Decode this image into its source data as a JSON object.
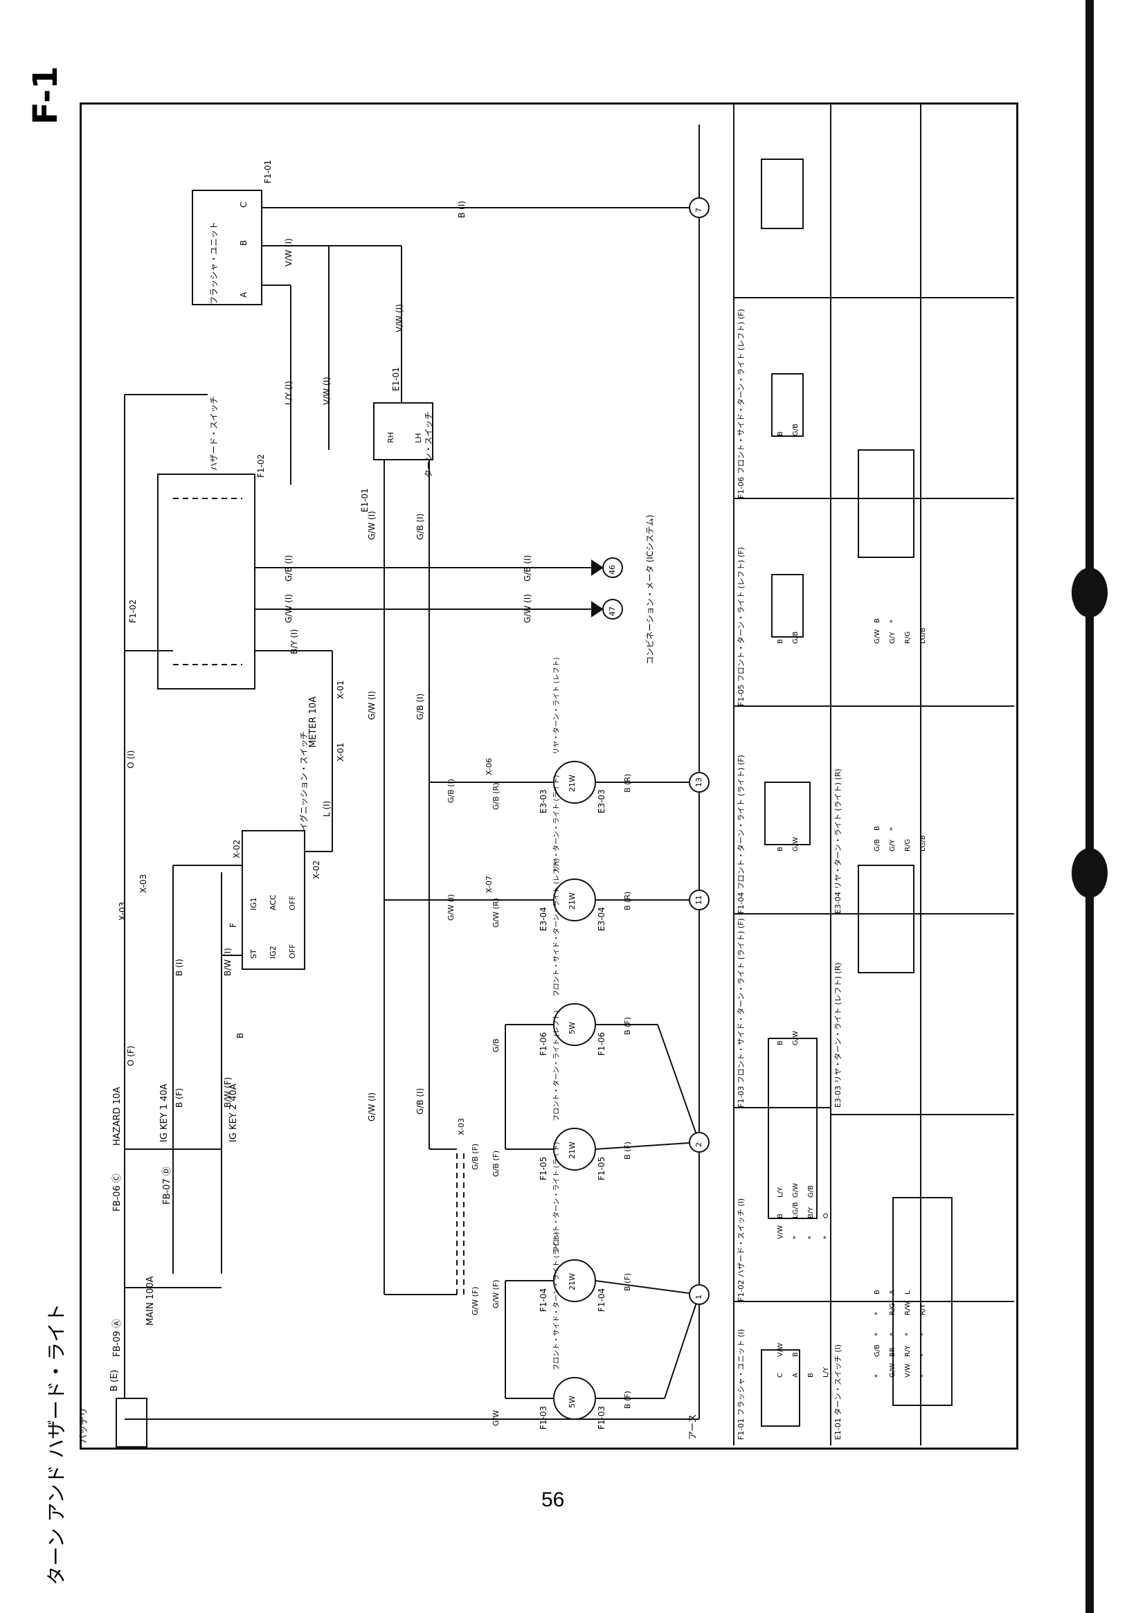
{
  "page": {
    "code": "F-1",
    "title": "ターン アンド ハザード・ライト",
    "page_number": "56"
  },
  "left_labels": [
    {
      "id": "battery",
      "text": "バッテリ"
    },
    {
      "id": "b_e",
      "text": "B (E)"
    },
    {
      "id": "fb09",
      "text": "FB-09 Ⓐ"
    },
    {
      "id": "main",
      "text": "MAIN 100A"
    },
    {
      "id": "fb06",
      "text": "FB-06 Ⓒ"
    },
    {
      "id": "hazard",
      "text": "HAZARD 10A"
    },
    {
      "id": "fb07",
      "text": "FB-07 Ⓓ"
    },
    {
      "id": "igkey1",
      "text": "IG KEY 1 40A"
    },
    {
      "id": "igkey2",
      "text": "IG KEY 2 40A"
    },
    {
      "id": "earth",
      "text": "アース"
    }
  ],
  "fuse_wires": [
    {
      "id": "o_f",
      "text": "O (F)"
    },
    {
      "id": "b_f",
      "text": "B (F)"
    },
    {
      "id": "bw_f",
      "text": "B/W (F)"
    },
    {
      "id": "x03a",
      "text": "X-03"
    },
    {
      "id": "x03b",
      "text": "X-03"
    },
    {
      "id": "o_i",
      "text": "O (I)"
    },
    {
      "id": "b_i",
      "text": "B (I)"
    },
    {
      "id": "bw_i",
      "text": "B/W (I)"
    },
    {
      "id": "b_plain",
      "text": "B"
    }
  ],
  "ign": {
    "title": "イグニッション・スイッチ",
    "labels": [
      "ST",
      "IG2",
      "OFF",
      "IG1",
      "ACC",
      "OFF"
    ],
    "x02a": "X-02",
    "x02b": "X-02",
    "f": "F",
    "l": "L (I)"
  },
  "meter": {
    "fuse": "METER 10A",
    "x01a": "X-01",
    "x01b": "X-01",
    "by": "B/Y (I)"
  },
  "flasher": {
    "title": "フラッシャ・ユニット",
    "terms": [
      "A",
      "B",
      "C"
    ],
    "conn": "F1-01"
  },
  "hazard_sw": {
    "title": "ハザード・スイッチ",
    "conn_top": "F1-02",
    "conn_left": "F1-02"
  },
  "turn_sw": {
    "title": "ターン・スイッチ",
    "conn_top": "E1-01",
    "conn_bot": "E1-01",
    "rh": "RH",
    "lh": "LH"
  },
  "wires": [
    {
      "id": "ly",
      "text": "L/Y (I)"
    },
    {
      "id": "vw1",
      "text": "V/W (I)"
    },
    {
      "id": "vw2",
      "text": "V/W (I)"
    },
    {
      "id": "vw3",
      "text": "V/W (I)"
    },
    {
      "id": "b_top",
      "text": "B (I)"
    },
    {
      "id": "gw_sw",
      "text": "G/W (I)"
    },
    {
      "id": "gb_sw",
      "text": "G/B (I)"
    },
    {
      "id": "gb_hz",
      "text": "G/B (I)"
    },
    {
      "id": "gw_hz",
      "text": "G/W (I)"
    },
    {
      "id": "gw_v1",
      "text": "G/W (I)"
    },
    {
      "id": "gb_v1",
      "text": "G/B (I)"
    },
    {
      "id": "gw_v2",
      "text": "G/W (I)"
    },
    {
      "id": "gb_v2",
      "text": "G/B (I)"
    }
  ],
  "meter_ind": {
    "title": "コンビネーション・メータ (ICシステム)",
    "n46": "46",
    "n47": "47",
    "gb": "G/B (I)",
    "gw": "G/W (I)"
  },
  "lamps": [
    {
      "id": "f103",
      "watt": "5W",
      "conn": "F1-03",
      "name": "フロント・サイド・ターン・ライト (ライト)",
      "wire": "G/W",
      "gnd": "B (F)"
    },
    {
      "id": "f104",
      "watt": "21W",
      "conn": "F1-04",
      "name": "フロント・ターン・ライト (ライト)",
      "wire": "G/W (F)",
      "gnd": "B (F)"
    },
    {
      "id": "f105",
      "watt": "21W",
      "conn": "F1-05",
      "name": "フロント・ターン・ライト (レフト)",
      "wire": "G/B (F)",
      "gnd": "B (F)"
    },
    {
      "id": "f106",
      "watt": "5W",
      "conn": "F1-06",
      "name": "フロント・サイド・ターン・ライト (レフト)",
      "wire": "G/B",
      "gnd": "B (F)"
    },
    {
      "id": "e304",
      "watt": "21W",
      "conn": "E3-04",
      "name": "リヤ・ターン・ライト (ライト)",
      "wire": "G/W (R)",
      "gnd": "B (R)"
    },
    {
      "id": "e303",
      "watt": "21W",
      "conn": "E3-03",
      "name": "リヤ・ターン・ライト (レフト)",
      "wire": "G/B (R)",
      "gnd": "B (R)"
    }
  ],
  "lamp_extra": {
    "gw_f": "G/W (F)",
    "gb_f": "G/B (F)",
    "x03": "X-03",
    "x07": "X-07",
    "x06": "X-06",
    "gw_i": "G/W (I)",
    "gb_i": "G/B (I)"
  },
  "ground_nodes": [
    "1",
    "2",
    "11",
    "13",
    "7"
  ],
  "connector_panels": [
    {
      "id": "f101",
      "caption": "F1-01 フラッシャ・ユニット (I)",
      "cells": [
        "C",
        "A",
        "B",
        "L/Y",
        "V/W",
        "B"
      ]
    },
    {
      "id": "e101",
      "caption": "E1-01 ターン・スイッチ (I)",
      "cells": [
        "*",
        "G/W",
        "V/W",
        "*",
        "G/B",
        "BR",
        "R/Y",
        "*",
        "*",
        "*",
        "*",
        "*",
        "*",
        "R/G",
        "R/W",
        "R/Y",
        "B",
        "A",
        "L"
      ]
    },
    {
      "id": "f102",
      "caption": "F1-02 ハザード・スイッチ (I)",
      "cells": [
        "V/W",
        "*",
        "*",
        "*",
        "B",
        "LG/B",
        "B/Y",
        "O",
        "L/Y",
        "G/W",
        "G/B"
      ]
    },
    {
      "id": "e303c",
      "caption": "E3-03 リヤ・ターン・ライト (レフト) (R)",
      "cells": []
    },
    {
      "id": "f103c",
      "caption": "F1-03 フロント・サイド・ターン・ライト (ライト) (F)",
      "cells": [
        "B",
        "G/W"
      ]
    },
    {
      "id": "e304c",
      "caption": "E3-04 リヤ・ターン・ライト (ライト) (R)",
      "cells": [
        "G/B",
        "G/Y",
        "R/G",
        "LG/B",
        "B",
        "*"
      ]
    },
    {
      "id": "f104c",
      "caption": "F1-04 フロント・ターン・ライト (ライト) (F)",
      "cells": [
        "B",
        "G/W"
      ]
    },
    {
      "id": "e304c2",
      "caption": "",
      "cells": [
        "G/W",
        "G/Y",
        "R/G",
        "LG/B",
        "B",
        "*"
      ]
    },
    {
      "id": "f105c",
      "caption": "F1-05 フロント・ターン・ライト (レフト) (F)",
      "cells": [
        "B",
        "G/B"
      ]
    },
    {
      "id": "f106c",
      "caption": "F1-06 フロント・サイド・ターン・ライト (レフト) (F)",
      "cells": [
        "B",
        "G/B"
      ]
    }
  ]
}
